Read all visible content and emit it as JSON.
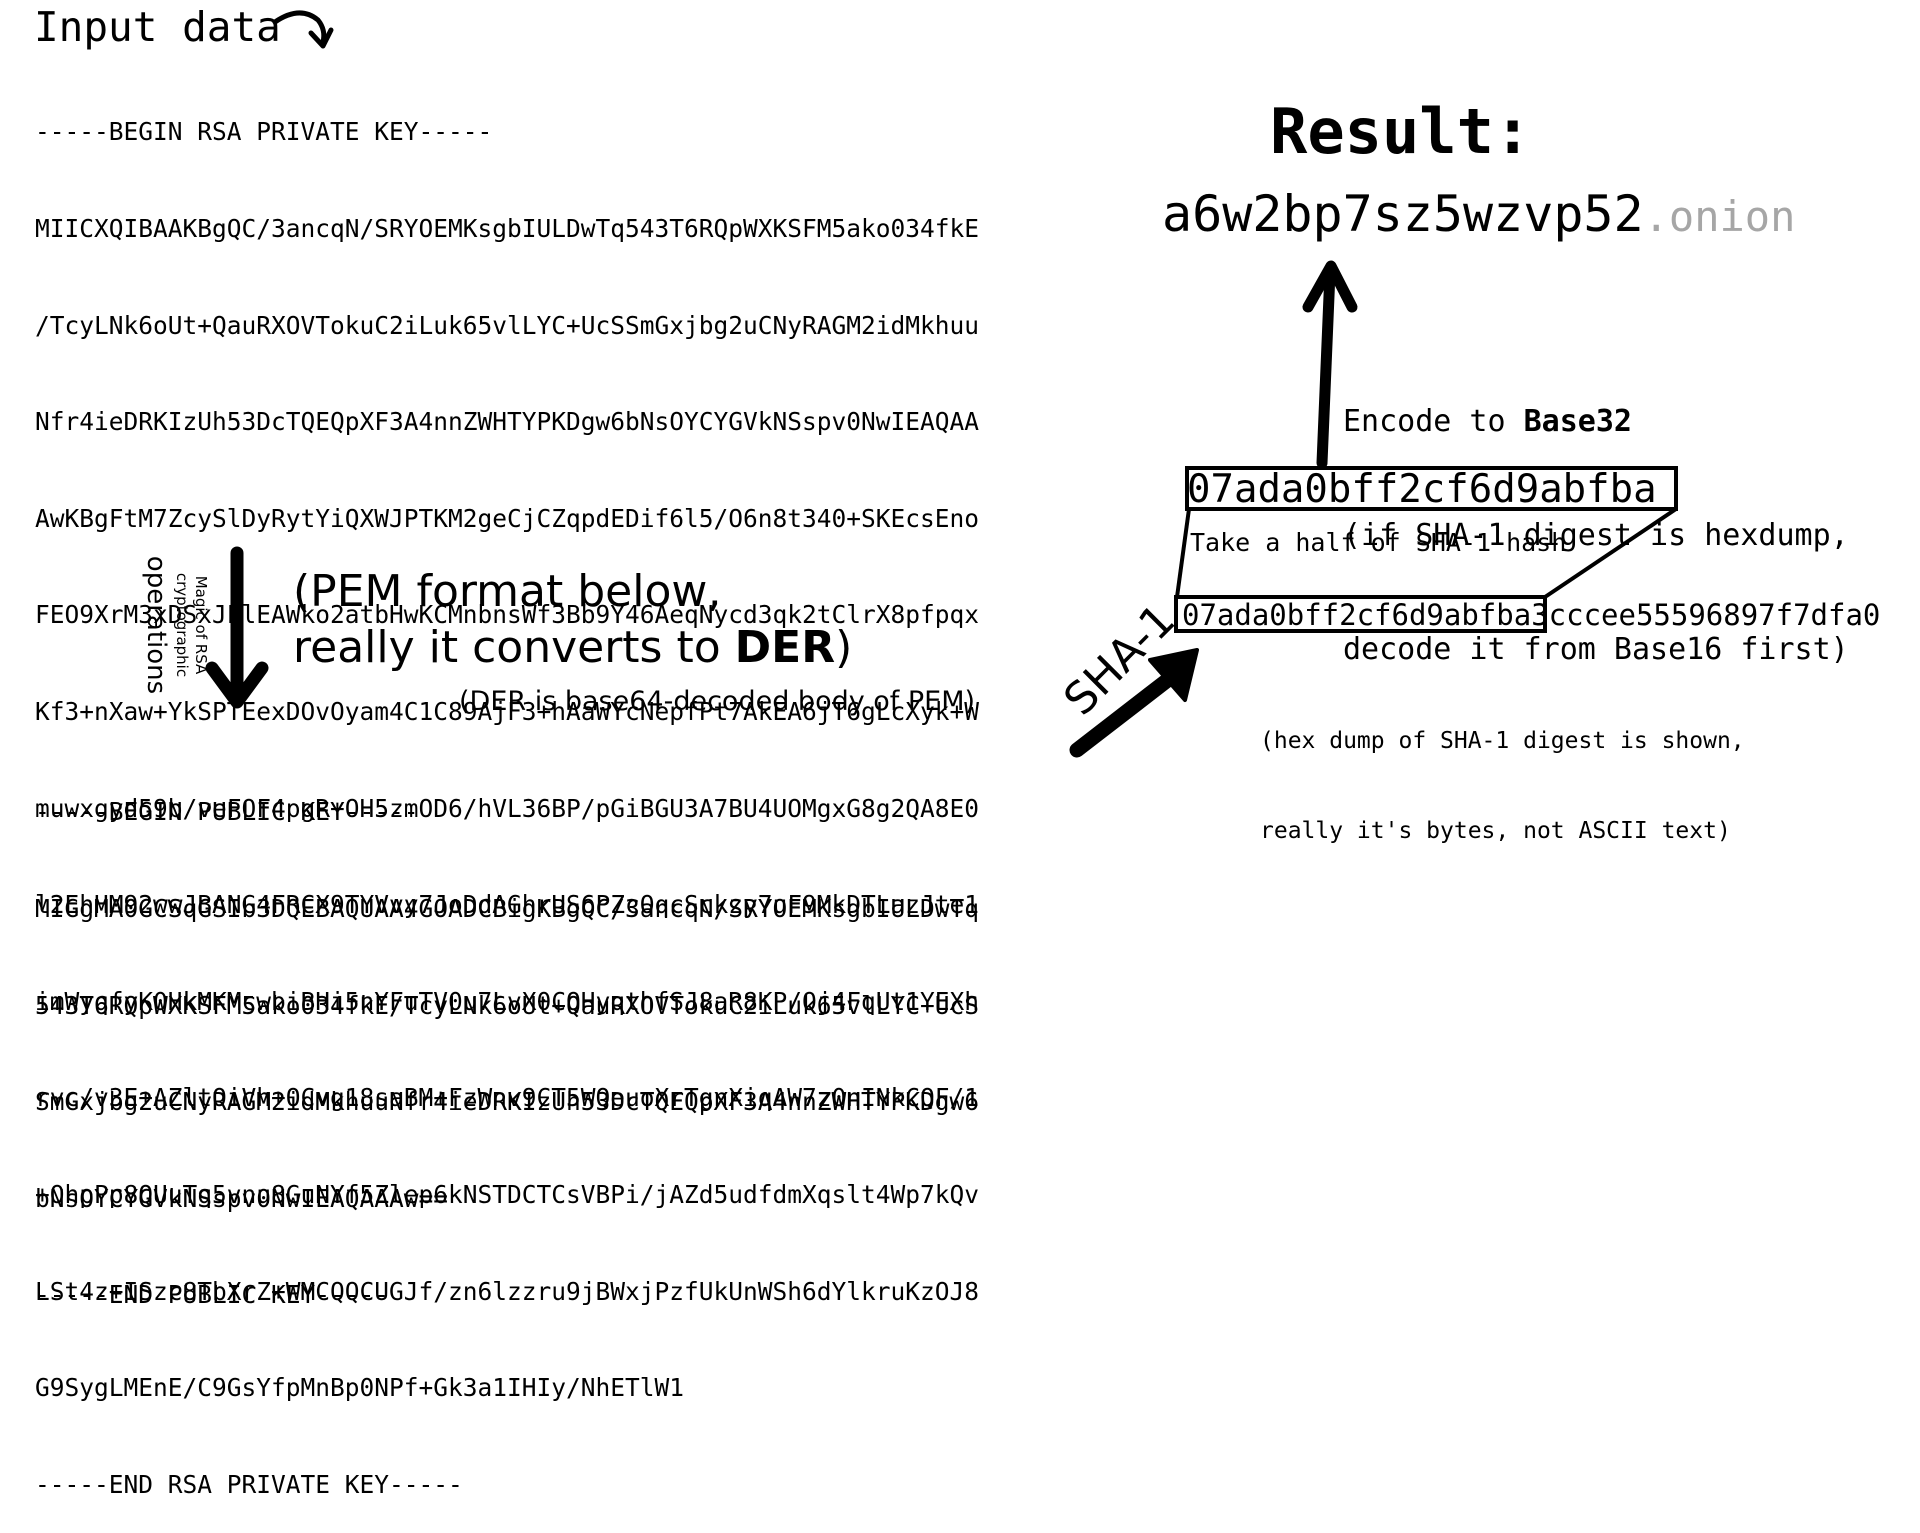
{
  "input_title": "Input data",
  "private_key": [
    "-----BEGIN RSA PRIVATE KEY-----",
    "MIICXQIBAAKBgQC/3ancqN/SRYOEMKsgbIULDwTq543T6RQpWXKSFM5ako034fkE",
    "/TcyLNk6oUt+QauRXOVTokuC2iLuk65vlLYC+UcSSmGxjbg2uCNyRAGM2idMkhuu",
    "Nfr4ieDRKIzUh53DcTQEQpXF3A4nnZWHTYPKDgw6bNsOYCYGVkNSspv0NwIEAQAA",
    "AwKBgFtM7ZcySlDyRytYiQXWJPTKM2geCjCZqpdEDif6l5/O6n8t340+SKEcsEno",
    "FEO9XrM3xDSxJLlEAWko2atbHwKCMnbnsWf3Bb9Y46AeqNycd3qk2tClrX8pfpqx",
    "Kf3+nXaw+YkSPTEexDOvOyam4C1C89AjF3+hAaWYcNepfPt7AkEA6jT6gLcXyk+W",
    "muwxgyd59b/veFOF4pgR+OH5zmOD6/hVL36BP/pGiBGU3A7BU4UOMgxG8g2QA8E0",
    "l2EhHM92wwJBANG4FRCX9TYVvy7JoDdAGhrUS6PZcOqcSckzy7uF9MkDTLazJte1",
    "imWyqfyK0HkMKMcwbiBHi5nYFuTV0u7LvX0CQHyqthfSJ8aR8KP/Oj4FqUt1YEXh",
    "rvc/v3E+AZltOiVh+OCvg18saBM+FzWnv9CT5WQeuoXrTgnXiqAW7z0nINkCQF/1",
    "+OhpPp8QUuTq5vnu8GuNYf5Zlep6kNSTDCTCsVBPi/jAZd5udfdmXqslt4Wp7kQv",
    "LSt4z+ISzc8TbXrZ+WMCQQCUGJf/zn6lzzru9jBWxjPzfUkUnWSh6dYlkruKzOJ8",
    "G9SygLMEnE/C9GsYfpMnBp0NPf+Gk3a1IHIy/NhETlW1",
    "-----END RSA PRIVATE KEY-----"
  ],
  "magic_label": {
    "line1": "Magic of RSA",
    "line2": "cryptographic",
    "line3": "operations"
  },
  "pem_note": {
    "line1": "(PEM format below,",
    "line2_prefix": "really it converts to ",
    "line2_bold": "DER",
    "line2_suffix": ")"
  },
  "der_note": "(DER is base64-decoded body of PEM)",
  "public_key": [
    "-----BEGIN PUBLIC KEY-----",
    "MIGgMA0GCSqGSIb3DQEBAQUAA4GOADCBigKBgQC/3ancqN/SRYOEMKsgbIULDwTq",
    "543T6RQpWXKSFM5ako034fkE/TcyLNk6oUt+QauRXOVTokuC2iLuk65vlLYC+UcS",
    "SmGxjbg2uCNyRAGM2idMkhuuNfr4ieDRKIzUh53DcTQEQpXF3A4nnZWHTYPKDgw6",
    "bNsOYCYGVkNSspv0NwIEAQAAAw==",
    "-----END PUBLIC KEY-----"
  ],
  "sha1_label": "SHA-1",
  "hash_full": "07ada0bff2cf6d9abfba3cccee55596897f7dfa0",
  "hash_half": "07ada0bff2cf6d9abfba",
  "half_note": "Take a half of SHA-1 hash",
  "hexdump_note": [
    "(hex dump of SHA-1 digest is shown,",
    "really it's bytes, not ASCII text)"
  ],
  "encode_note": {
    "line1_prefix": "Encode to ",
    "line1_bold": "Base32",
    "line2": "(if SHA-1 digest is hexdump,",
    "line3": "decode it from Base16 first)"
  },
  "result_title": "Result:",
  "result_value": "a6w2bp7sz5wzvp52",
  "result_suffix": ".onion",
  "colors": {
    "text": "#000000",
    "suffix_gray": "#a6a6a6",
    "background": "#ffffff"
  }
}
